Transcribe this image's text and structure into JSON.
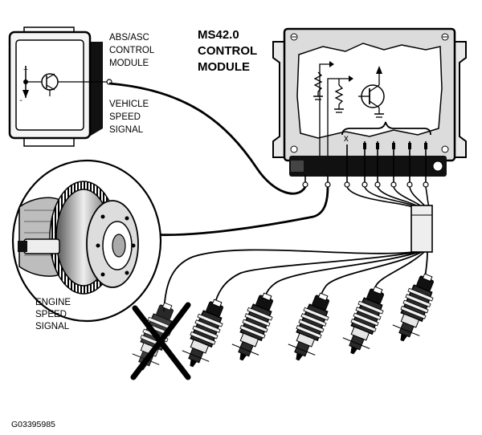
{
  "abs_module": {
    "label_lines": [
      "ABS/ASC",
      "CONTROL",
      "MODULE"
    ],
    "plus_mark": "+",
    "minus_mark": "-"
  },
  "speed_signal": {
    "label_lines": [
      "VEHICLE",
      "SPEED",
      "SIGNAL"
    ]
  },
  "ecu": {
    "label_lines": [
      "MS42.0",
      "CONTROL",
      "MODULE"
    ],
    "pin_x_mark": "x"
  },
  "engine_speed": {
    "label_lines": [
      "ENGINE",
      "SPEED",
      "SIGNAL"
    ]
  },
  "injectors": {
    "count": 6,
    "disabled_index": 0
  },
  "figure_id": "G03395985",
  "colors": {
    "ink": "#000000",
    "module_fill": "#e3e3e3",
    "ecu_fill": "#d8d8d8",
    "injector_fill": "#2a2a2a"
  }
}
